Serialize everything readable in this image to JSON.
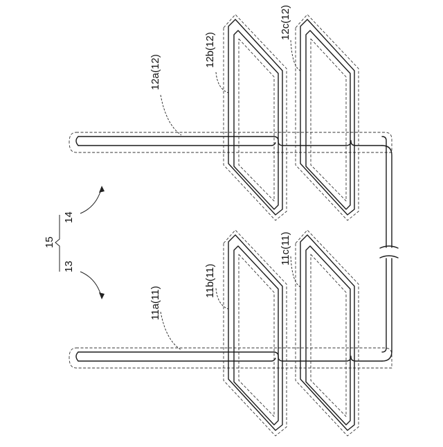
{
  "labels": {
    "coil_11a": "11a(11)",
    "coil_11b": "11b(11)",
    "coil_11c": "11c(11)",
    "coil_12a": "12a(12)",
    "coil_12b": "12b(12)",
    "coil_12c": "12c(12)",
    "group_13": "13",
    "group_14": "14",
    "group_15": "15"
  }
}
